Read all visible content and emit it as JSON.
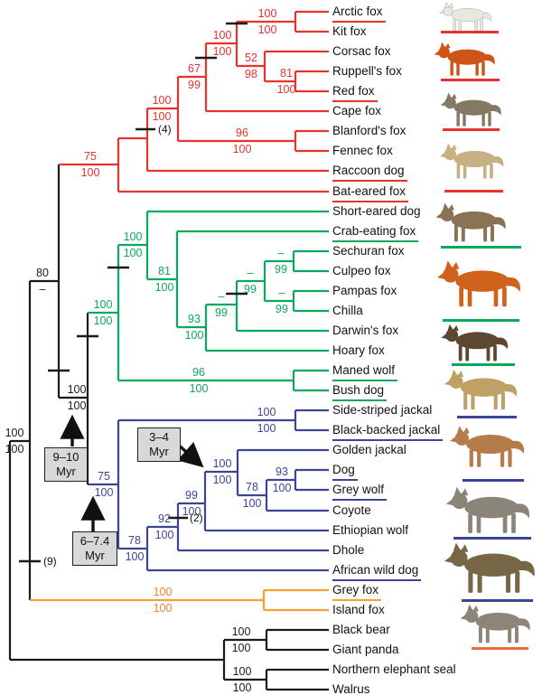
{
  "figure": {
    "description": "Phylogenetic tree of canid species with outgroups"
  },
  "colors": {
    "red_clade": "#e8322d",
    "green_clade": "#0ba95e",
    "blue_clade": "#3c4496",
    "orange_clade": "#f5a033",
    "outgroup_black": "#1a1a1a",
    "annotation_box_fill": "#d8d8d8"
  },
  "taxa": [
    {
      "name": "Arctic fox",
      "clade": "red",
      "underlined": true
    },
    {
      "name": "Kit fox",
      "clade": "red",
      "underlined": false
    },
    {
      "name": "Corsac fox",
      "clade": "red",
      "underlined": false
    },
    {
      "name": "Ruppell's fox",
      "clade": "red",
      "underlined": false
    },
    {
      "name": "Red fox",
      "clade": "red",
      "underlined": true
    },
    {
      "name": "Cape fox",
      "clade": "red",
      "underlined": false
    },
    {
      "name": "Blanford's fox",
      "clade": "red",
      "underlined": false
    },
    {
      "name": "Fennec fox",
      "clade": "red",
      "underlined": false
    },
    {
      "name": "Raccoon dog",
      "clade": "red",
      "underlined": true
    },
    {
      "name": "Bat-eared fox",
      "clade": "red",
      "underlined": true
    },
    {
      "name": "Short-eared dog",
      "clade": "green",
      "underlined": false
    },
    {
      "name": "Crab-eating fox",
      "clade": "green",
      "underlined": true
    },
    {
      "name": "Sechuran fox",
      "clade": "green",
      "underlined": false
    },
    {
      "name": "Culpeo fox",
      "clade": "green",
      "underlined": false
    },
    {
      "name": "Pampas fox",
      "clade": "green",
      "underlined": false
    },
    {
      "name": "Chilla",
      "clade": "green",
      "underlined": false
    },
    {
      "name": "Darwin's fox",
      "clade": "green",
      "underlined": false
    },
    {
      "name": "Hoary fox",
      "clade": "green",
      "underlined": false
    },
    {
      "name": "Maned wolf",
      "clade": "green",
      "underlined": true
    },
    {
      "name": "Bush dog",
      "clade": "green",
      "underlined": true
    },
    {
      "name": "Side-striped jackal",
      "clade": "blue",
      "underlined": false
    },
    {
      "name": "Black-backed jackal",
      "clade": "blue",
      "underlined": true
    },
    {
      "name": "Golden jackal",
      "clade": "blue",
      "underlined": false
    },
    {
      "name": "Dog",
      "clade": "blue",
      "underlined": true
    },
    {
      "name": "Grey wolf",
      "clade": "blue",
      "underlined": true
    },
    {
      "name": "Coyote",
      "clade": "blue",
      "underlined": false
    },
    {
      "name": "Ethiopian wolf",
      "clade": "blue",
      "underlined": false
    },
    {
      "name": "Dhole",
      "clade": "blue",
      "underlined": false
    },
    {
      "name": "African wild dog",
      "clade": "blue",
      "underlined": true
    },
    {
      "name": "Grey fox",
      "clade": "orange",
      "underlined": true
    },
    {
      "name": "Island fox",
      "clade": "orange",
      "underlined": false
    },
    {
      "name": "Black bear",
      "clade": "outgroup",
      "underlined": false
    },
    {
      "name": "Giant panda",
      "clade": "outgroup",
      "underlined": false
    },
    {
      "name": "Northern elephant seal",
      "clade": "outgroup",
      "underlined": false
    },
    {
      "name": "Walrus",
      "clade": "outgroup",
      "underlined": false
    }
  ],
  "nodes": [
    {
      "id": "arctic-kit",
      "above": "100",
      "below": "100"
    },
    {
      "id": "arctic-kit-corsac",
      "above": "100",
      "below": "100"
    },
    {
      "id": "corsac-group",
      "above": "52",
      "below": "98"
    },
    {
      "id": "ruppells-red",
      "above": "81",
      "below": "100"
    },
    {
      "id": "vulpes-cape",
      "above": "67",
      "below": "99"
    },
    {
      "id": "vulpes-core",
      "above": "100",
      "below": "100"
    },
    {
      "id": "blanfords-fennec",
      "above": "96",
      "below": "100"
    },
    {
      "id": "red-clade-base",
      "above": "75",
      "below": "100"
    },
    {
      "id": "fox-like-ancestor",
      "above": "80",
      "below": "–"
    },
    {
      "id": "sa-foxes-upper",
      "above": "100",
      "below": "100"
    },
    {
      "id": "crab-eating-group",
      "above": "81",
      "below": "100"
    },
    {
      "id": "hoary-group",
      "above": "93",
      "below": "100"
    },
    {
      "id": "darwins-group",
      "above": "–",
      "below": "99"
    },
    {
      "id": "four-fox-group",
      "above": "–",
      "below": "99"
    },
    {
      "id": "sechuran-culpeo",
      "above": "–",
      "below": "99"
    },
    {
      "id": "pampas-chilla",
      "above": "–",
      "below": "99"
    },
    {
      "id": "maned-bush",
      "above": "96",
      "below": "100"
    },
    {
      "id": "green-clade-base",
      "above": "100",
      "below": "100"
    },
    {
      "id": "green-blue-ancestor",
      "above": "100",
      "below": "100"
    },
    {
      "id": "jackal-pair",
      "above": "100",
      "below": "100"
    },
    {
      "id": "blue-clade-base",
      "above": "75",
      "below": "100"
    },
    {
      "id": "wild-dog-node",
      "above": "78",
      "below": "100"
    },
    {
      "id": "dhole-node",
      "above": "92",
      "below": "100"
    },
    {
      "id": "ethiopian-node",
      "above": "99",
      "below": "100"
    },
    {
      "id": "wolf-like-node",
      "above": "100",
      "below": "100"
    },
    {
      "id": "coyote-node",
      "above": "78",
      "below": "100"
    },
    {
      "id": "dog-wolf",
      "above": "93",
      "below": "100"
    },
    {
      "id": "grey-island",
      "above": "100",
      "below": "100"
    },
    {
      "id": "canid-root",
      "above": "100",
      "below": "100"
    },
    {
      "id": "bear-panda",
      "above": "100",
      "below": "100"
    },
    {
      "id": "seal-walrus",
      "above": "100",
      "below": "100"
    }
  ],
  "tick_labels": [
    {
      "label": "(4)"
    },
    {
      "label": "(2)"
    },
    {
      "label": "(9)"
    }
  ],
  "annotations": [
    {
      "line1": "9–10",
      "line2": "Myr"
    },
    {
      "line1": "6–7.4",
      "line2": "Myr"
    },
    {
      "line1": "3–4",
      "line2": "Myr"
    }
  ],
  "animals": [
    {
      "name": "arctic-fox"
    },
    {
      "name": "red-fox"
    },
    {
      "name": "raccoon-dog"
    },
    {
      "name": "bat-eared-fox"
    },
    {
      "name": "crab-eating-fox"
    },
    {
      "name": "maned-wolf"
    },
    {
      "name": "bush-dog"
    },
    {
      "name": "black-backed-jackal"
    },
    {
      "name": "dog-boxer"
    },
    {
      "name": "grey-wolf"
    },
    {
      "name": "african-wild-dog"
    },
    {
      "name": "grey-fox"
    }
  ]
}
